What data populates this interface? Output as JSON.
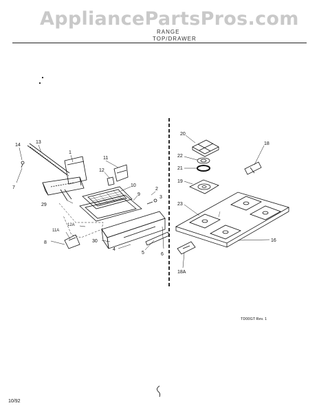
{
  "watermark": "AppliancePartsPros.com",
  "header": {
    "line1": "RANGE",
    "line2": "TOP/DRAWER"
  },
  "callouts": {
    "c1": "1",
    "c2": "2",
    "c3": "3",
    "c4": "4",
    "c5": "5",
    "c6": "6",
    "c7": "7",
    "c8": "8",
    "c9": "9",
    "c10": "10",
    "c11": "11",
    "c11a": "11A",
    "c12": "12",
    "c12a": "12A",
    "c13": "13",
    "c14": "14",
    "c16": "16",
    "c18": "18",
    "c18a": "18A",
    "c19": "19",
    "c20": "20",
    "c21": "21",
    "c22": "22",
    "c23": "23",
    "c29": "29",
    "c30": "30"
  },
  "drawing_code": "TD00GT Rev. 1",
  "date": "10/92"
}
